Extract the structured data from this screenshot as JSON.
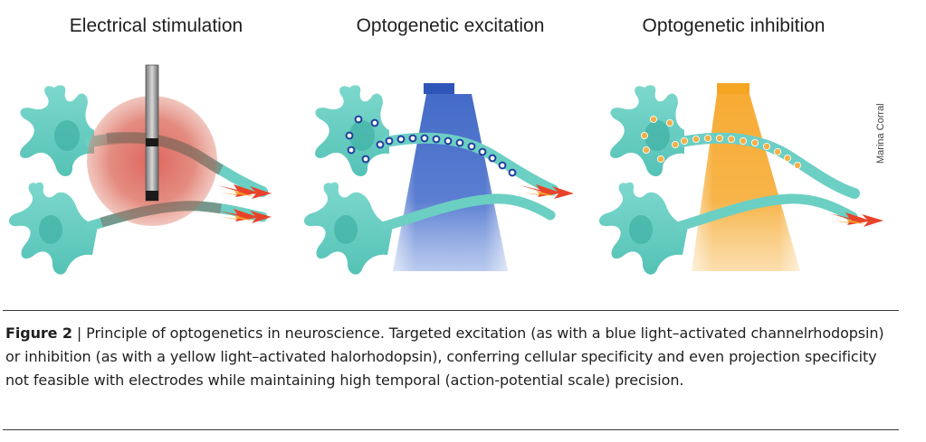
{
  "panels": [
    {
      "title": "Electrical stimulation"
    },
    {
      "title": "Optogenetic excitation"
    },
    {
      "title": "Optogenetic inhibition"
    }
  ],
  "credit": "Marina Corral",
  "caption": {
    "label": "Figure 2",
    "separator": " | ",
    "text": "Principle of optogenetics in neuroscience. Targeted excitation (as with a blue light–activated channelrhodopsin) or inhibition (as with a yellow light–activated halorhodopsin), conferring cellular specificity and even projection specificity not feasible with electrodes while maintaining high temporal (action-potential scale) precision."
  },
  "colors": {
    "neuron": "#6ccfc3",
    "electrode_field": "#d9554a",
    "blue_light": "#2e56b8",
    "yellow_light": "#f5a623",
    "spike": "#e8432a"
  },
  "icons": [
    "neuron-icon",
    "electrode-icon",
    "light-source-icon",
    "light-cone-icon",
    "action-potential-icon"
  ]
}
